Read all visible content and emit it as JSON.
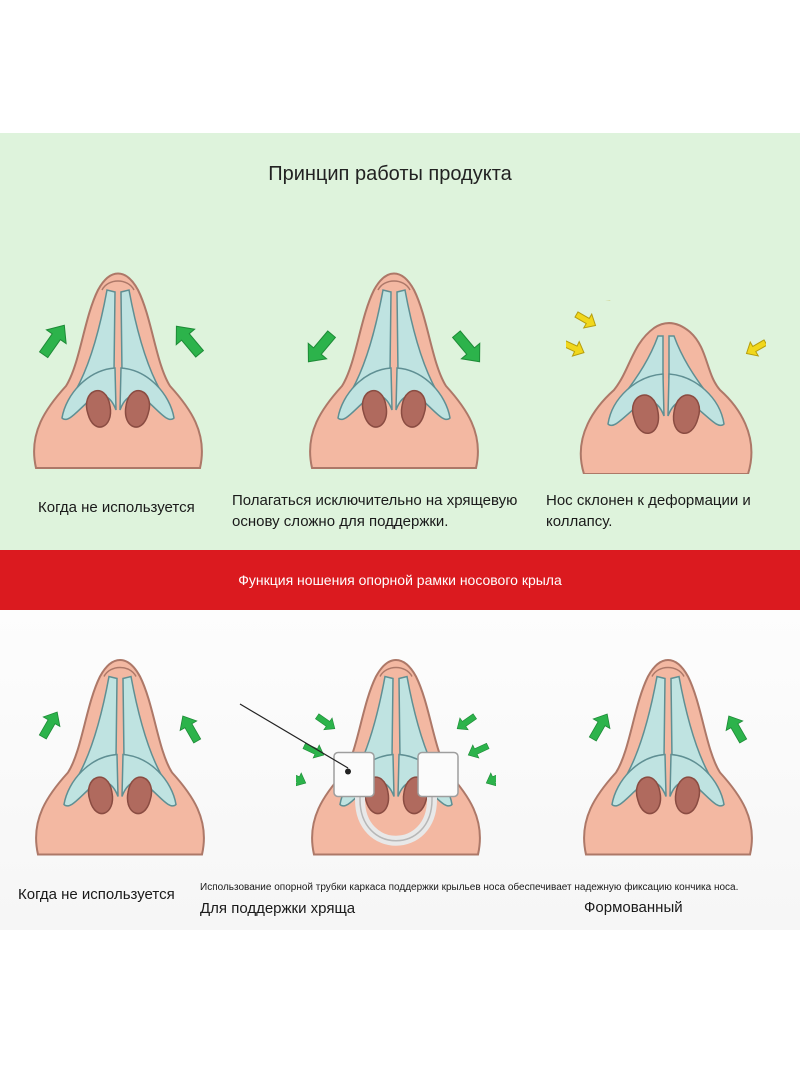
{
  "title": "Принцип работы продукта",
  "banner": "Функция ношения опорной рамки носового крыла",
  "top_captions": [
    "Когда не используется",
    "Полагаться исключительно на хрящевую основу сложно для поддержки.",
    "Нос склонен к деформации и коллапсу."
  ],
  "bottom_captions": [
    "Когда не используется",
    "Для поддержки хряща",
    "Формованный"
  ],
  "note": "Использование опорной трубки каркаса поддержки крыльев носа обеспечивает надежную фиксацию кончика носа.",
  "colors": {
    "top_background": "#def3dc",
    "banner_red": "#db1a1f",
    "skin": "#f2b6a0",
    "skin_outline": "#b07a6a",
    "cartilage": "#bfe4e4",
    "arrow_green": "#2bb24a",
    "arrow_yellow": "#f0d81a"
  },
  "icons": [
    "green-arrow-icon",
    "yellow-arrow-icon",
    "nose-support-frame-icon"
  ]
}
